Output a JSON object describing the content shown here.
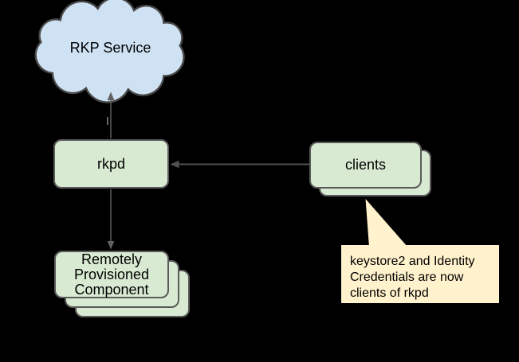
{
  "colors": {
    "background": "#000000",
    "node_green": "#d9ead3",
    "cloud_blue": "#cfe2f3",
    "callout_yellow": "#fff2cc",
    "box_border": "#5a5a5a",
    "cloud_border": "#484848",
    "connector_gray": "#616161",
    "text": "#000000"
  },
  "nodes": {
    "rkp_service": {
      "label": "RKP Service",
      "shape": "cloud"
    },
    "rkpd": {
      "label": "rkpd",
      "shape": "rounded-rect"
    },
    "clients": {
      "label": "clients",
      "shape": "stacked-rounded-rect",
      "stack_count": 2
    },
    "remotely_provisioned_component": {
      "label": "Remotely\nProvisioned\nComponent",
      "shape": "stacked-rounded-rect",
      "stack_count": 3
    }
  },
  "connectors": [
    {
      "from": "rkpd",
      "to": "rkp_service",
      "arrow_at": "rkp_service"
    },
    {
      "from": "rkpd",
      "to": "remotely_provisioned_component",
      "arrow_at": "remotely_provisioned_component"
    },
    {
      "from": "clients",
      "to": "rkpd",
      "arrow_at": "rkpd"
    }
  ],
  "callout": {
    "text": "keystore2 and Identity\nCredentials are now\nclients of rkpd",
    "points_to": "clients"
  }
}
